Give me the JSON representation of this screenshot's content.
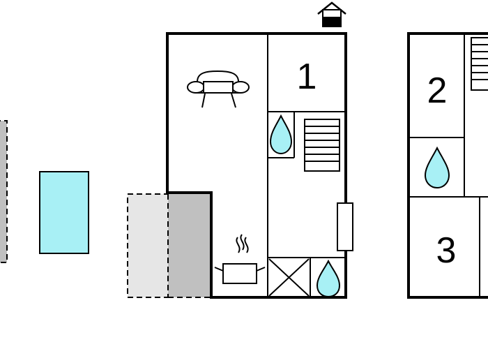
{
  "colors": {
    "wall": "#000000",
    "water": "#a8f0f5",
    "pool": "#a8f0f5",
    "terrace_light": "#e6e6e6",
    "terrace_dark": "#c0c0c0",
    "background": "#ffffff"
  },
  "rooms": [
    {
      "id": "bedroom-1",
      "number": "1"
    },
    {
      "id": "bedroom-2",
      "number": "2"
    },
    {
      "id": "bedroom-3",
      "number": "3"
    }
  ],
  "icons": {
    "entrance": "house-entrance-icon",
    "sofa": "sofa-icon",
    "shower": "water-drop-icon",
    "stairs": "stairs-icon",
    "cooking": "cooking-pot-icon",
    "fireplace": "fireplace-icon",
    "storage": "storage-cross-icon",
    "window": "radiator-icon"
  }
}
